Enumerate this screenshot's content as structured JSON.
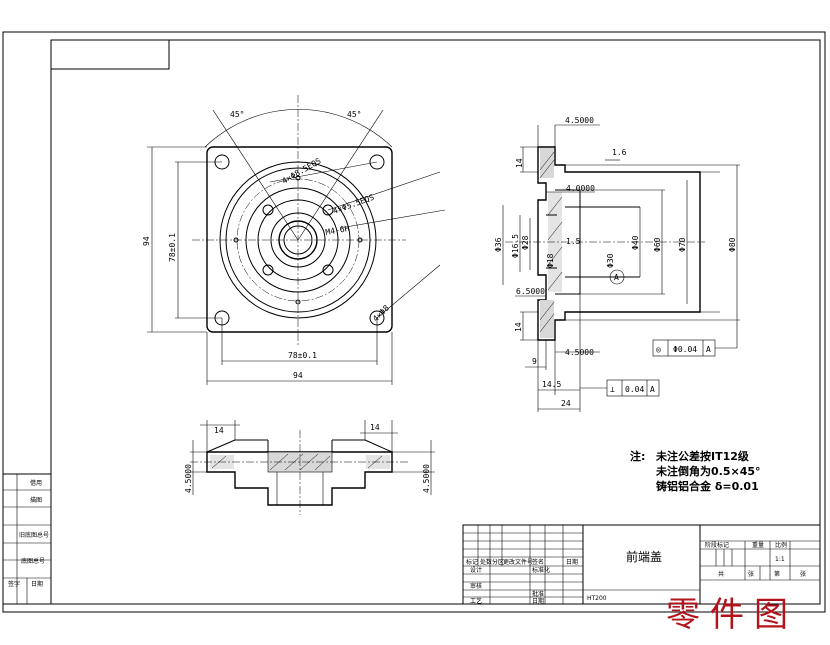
{
  "top_view": {
    "angle_left": "45°",
    "angle_right": "45°",
    "dim_height": "94",
    "dim_inner_height": "78±0.1",
    "dim_inner_width": "78±0.1",
    "dim_width": "94",
    "callout_1": "4×Φ8.5EQS",
    "callout_2": "4×Φ5.5EQS",
    "callout_3": "M4-6H",
    "callout_4": "4×Φ8"
  },
  "section_view": {
    "dim_top_right": "4.5000",
    "dim_left_top": "14",
    "dim_roughness": "1.6",
    "dim_mid": "4.0000",
    "dim_phi_outer_left": "Φ36",
    "dim_phi_left_2": "Φ16.5",
    "dim_phi_left_3": "Φ28",
    "dim_fillet": "1.5",
    "dim_phi_center_1": "Φ18",
    "dim_phi_center_2": "Φ30",
    "dim_phi_40": "Φ40",
    "dim_phi_60": "Φ60",
    "dim_phi_70": "Φ70",
    "dim_phi_80": "Φ80",
    "dim_lower_left": "6.5000",
    "dim_lower_14": "14",
    "dim_bottom_right": "4.5000",
    "dim_9": "9",
    "dim_14_5": "14.5",
    "dim_24": "24",
    "tol_concentric_symbol": "◎",
    "tol_concentric_value": "Φ0.04",
    "tol_concentric_datum": "A",
    "tol_perp_symbol": "⊥",
    "tol_perp_value": "0.04",
    "tol_perp_datum": "A",
    "datum_label": "A"
  },
  "bottom_view": {
    "dim_14_left": "14",
    "dim_14_right": "14",
    "dim_left_vertical": "4.5000",
    "dim_right_vertical": "4.5000"
  },
  "notes": {
    "label": "注:",
    "line1": "未注公差按IT12级",
    "line2": "未注倒角为0.5×45°",
    "line3": "铸铝铝合金 δ=0.01"
  },
  "title_block": {
    "part_name": "前端盖",
    "material": "HT200",
    "scale": "1:1",
    "headers": [
      "标记",
      "处数",
      "分区",
      "更改文件号",
      "签名",
      "日期"
    ],
    "rows_left": [
      "设计",
      "审核",
      "工艺"
    ],
    "col_std": "标准化",
    "col_approve": "批准",
    "col_date": "日期",
    "stage_headers": [
      "阶段标记",
      "重量",
      "比例"
    ],
    "sheet_labels": [
      "共",
      "张",
      "第",
      "张"
    ]
  },
  "side_table": {
    "labels": [
      "借用",
      "描图",
      "旧底图总号",
      "底图总号",
      "签字",
      "日期"
    ]
  },
  "watermark": "零件图"
}
